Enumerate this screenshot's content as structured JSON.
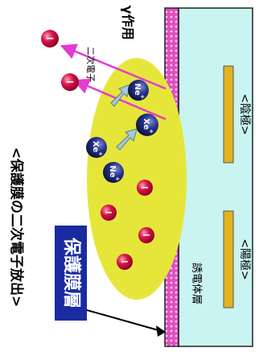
{
  "title": "<保護膜の二次電子放出>",
  "gamma_label": "γ作用",
  "secondary_electron_label": "二次電子",
  "protective_layer_label": "保護膜層",
  "dielectric_label": "誘電体層",
  "cathode_label": "<陰極>",
  "anode_label": "<陽極>",
  "ions": {
    "ne_plus": "Ne",
    "xe_plus": "Xe",
    "charge": "+"
  },
  "electron_symbol": "−",
  "colors": {
    "plasma": "#e6e63a",
    "electron": "#d81446",
    "ion": "#1e2a73",
    "protective": "#e04fbf",
    "dielectric": "#c9f4f2",
    "electrode": "#e2b31d",
    "arrow_gamma": "#e43bd0",
    "label_box": "#1a2aa0",
    "arrow_ion": "#a7c8d9"
  }
}
